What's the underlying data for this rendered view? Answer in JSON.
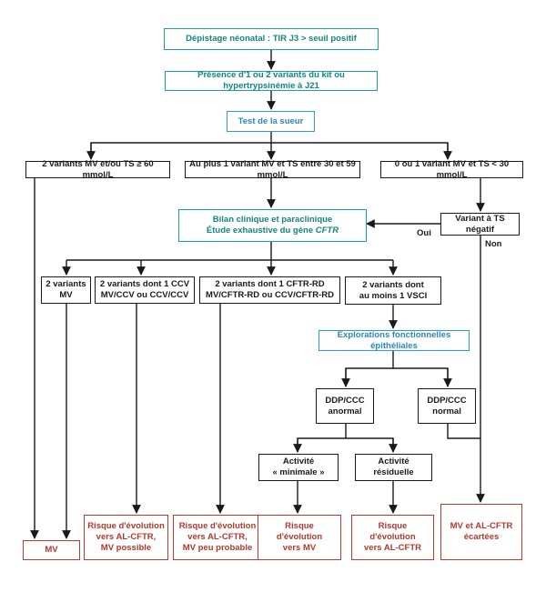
{
  "nodes": {
    "n1": "Dépistage néonatal : TIR J3 > seuil positif",
    "n2": "Présence d'1 ou 2 variants du kit ou hypertrypsinémie à J21",
    "n3": "Test de la sueur",
    "a": "2 variants MV et/ou TS ≥ 60 mmol/L",
    "b": "Au plus 1 variant MV et TS entre 30 et 59 mmol/L",
    "c": "0 ou 1 variant MV et TS < 30 mmol/L",
    "bilan_1": "Bilan clinique et paraclinique",
    "bilan_2_prefix": "Étude exhaustive du gène ",
    "bilan_2_gene": "CFTR",
    "variant_ts": "Variant à TS négatif",
    "m1_1": "2 variants",
    "m1_2": "MV",
    "m2_1": "2 variants dont 1 CCV",
    "m2_2": "MV/CCV ou CCV/CCV",
    "m3_1": "2 variants dont 1 CFTR-RD",
    "m3_2": "MV/CFTR-RD ou CCV/CFTR-RD",
    "m4_1": "2 variants dont",
    "m4_2": "au moins 1 VSCI",
    "explo": "Explorations fonctionnelles épithéliales",
    "ddp_an_1": "DDP/CCC",
    "ddp_an_2": "anormal",
    "ddp_no_1": "DDP/CCC",
    "ddp_no_2": "normal",
    "act_min_1": "Activité",
    "act_min_2": "« minimale »",
    "act_res_1": "Activité",
    "act_res_2": "résiduelle",
    "o_mv": "MV",
    "o2_1": "Risque d'évolution",
    "o2_2": "vers AL-CFTR,",
    "o2_3": "MV possible",
    "o3_1": "Risque d'évolution",
    "o3_2": "vers AL-CFTR,",
    "o3_3": "MV peu probable",
    "o4_1": "Risque d'évolution",
    "o4_2": "vers MV",
    "o5_1": "Risque d'évolution",
    "o5_2": "vers AL-CFTR",
    "o6_1": "MV et AL-CFTR",
    "o6_2": "écartées"
  },
  "labels": {
    "oui": "Oui",
    "non": "Non"
  },
  "colors": {
    "teal": "#1aa3a0",
    "blue": "#2f9bd6",
    "red": "#c0392b",
    "black": "#1a1a1a"
  }
}
